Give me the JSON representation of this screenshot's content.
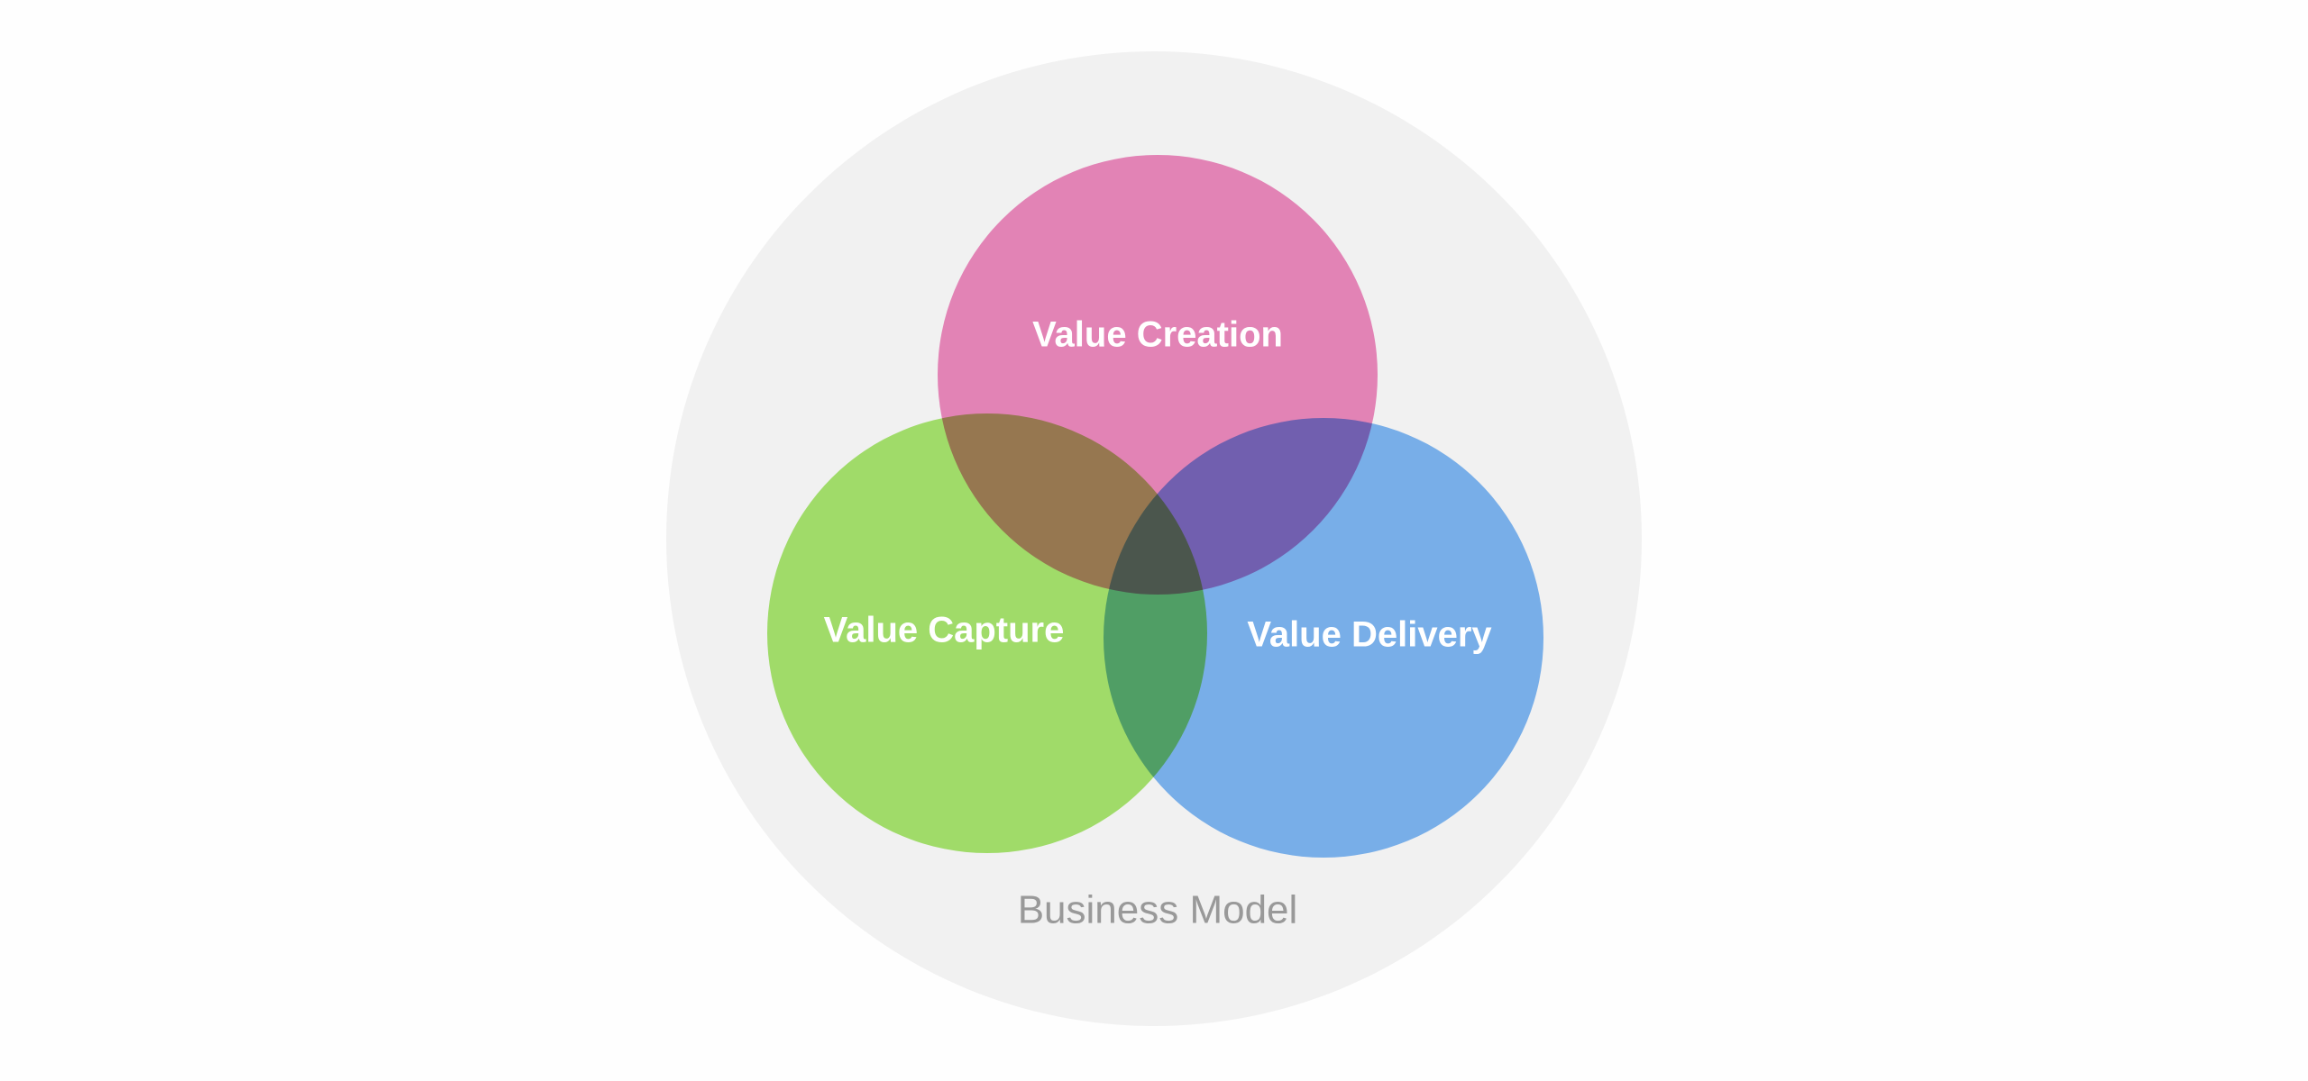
{
  "diagram": {
    "container": {
      "label": "Business Model",
      "fill": "#f1f1f1",
      "label_color": "#999999"
    },
    "circles": [
      {
        "id": "creation",
        "label": "Value Creation",
        "fill": "#f08bc0"
      },
      {
        "id": "capture",
        "label": "Value Capture",
        "fill": "#a9e86f"
      },
      {
        "id": "delivery",
        "label": "Value Delivery",
        "fill": "#7fb8f6"
      }
    ]
  }
}
